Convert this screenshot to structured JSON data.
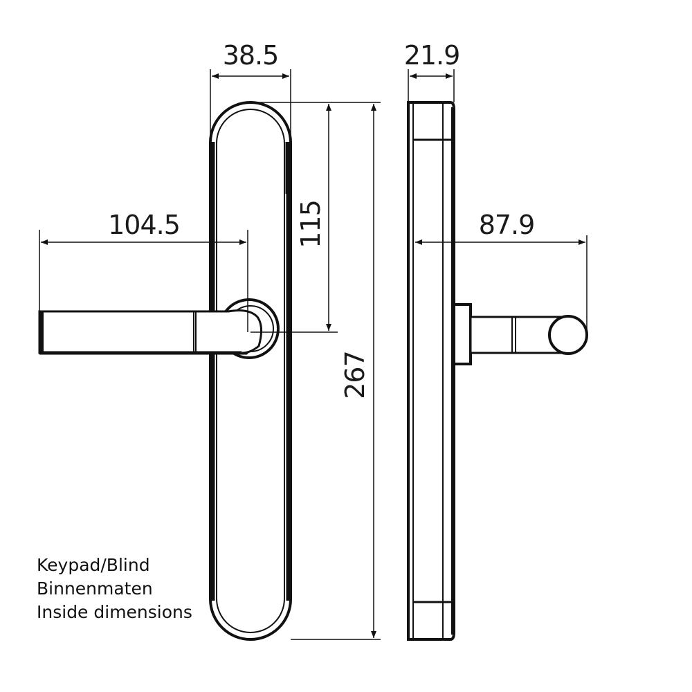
{
  "dimensions": {
    "plate_width": "38.5",
    "plate_depth": "21.9",
    "lever_length": "104.5",
    "lever_projection": "87.9",
    "spindle_to_top": "115",
    "plate_height": "267"
  },
  "caption": {
    "line1": "Keypad/Blind",
    "line2": "Binnenmaten",
    "line3": "Inside dimensions"
  },
  "colors": {
    "line": "#111111",
    "background": "#ffffff"
  }
}
